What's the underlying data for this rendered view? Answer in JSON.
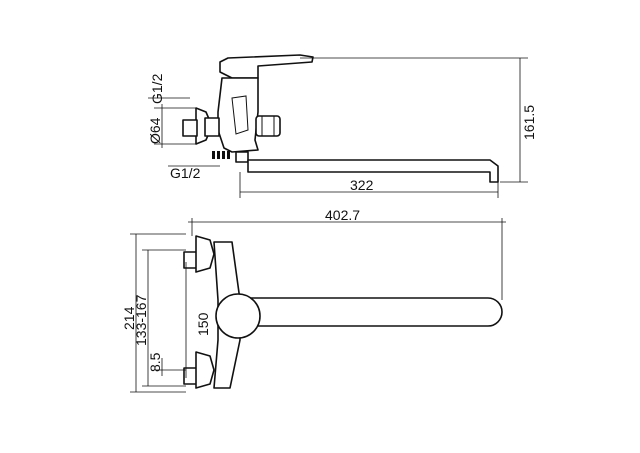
{
  "dimensions": {
    "thread_top": "G1/2",
    "diameter": "Ø64",
    "thread_bottom": "G1/2",
    "spout_length": "322",
    "height": "161.5",
    "overall_width": "402.7",
    "overall_height": "214",
    "center_range": "133-167",
    "center_distance": "150",
    "offset": "8.5"
  },
  "colors": {
    "line": "#111111",
    "background": "#ffffff"
  }
}
